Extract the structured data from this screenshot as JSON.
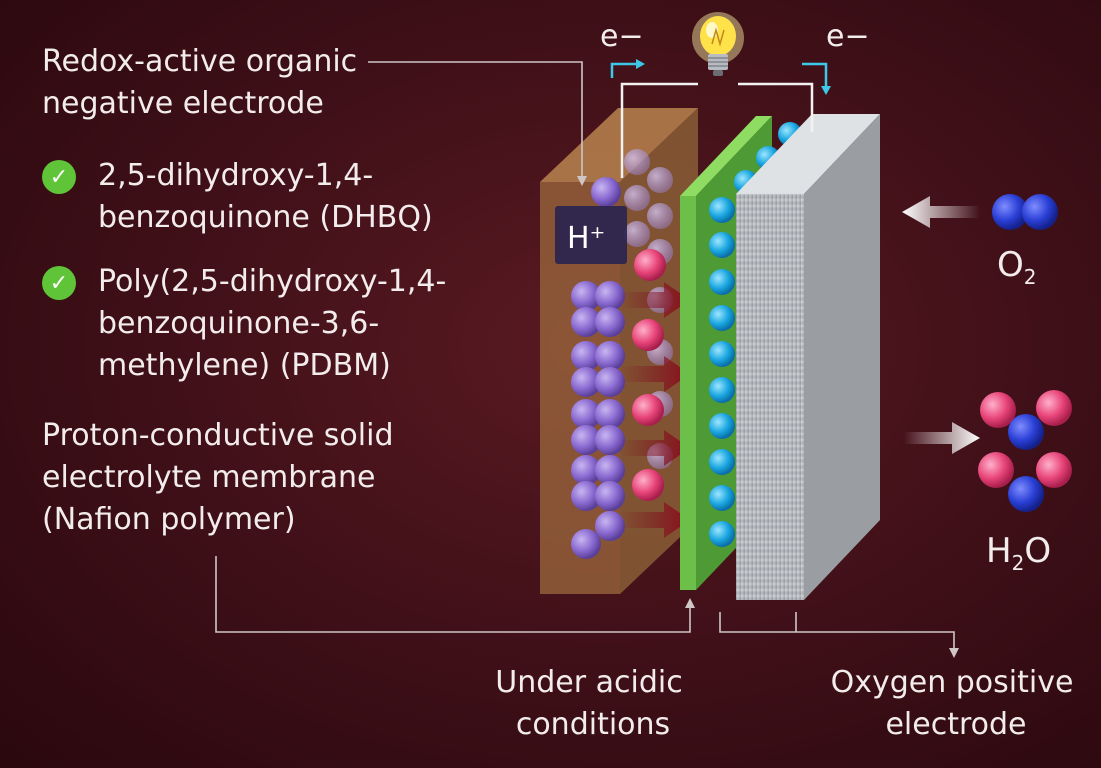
{
  "electron_label": "e−",
  "negative_electrode": {
    "title_line1": "Redox-active organic",
    "title_line2": "negative electrode",
    "materials": [
      {
        "line1": "2,5-dihydroxy-1,4-",
        "line2": "benzoquinone (DHBQ)",
        "line3": ""
      },
      {
        "line1": "Poly(2,5-dihydroxy-1,4-",
        "line2": "benzoquinone-3,6-",
        "line3": "methylene) (PDBM)"
      }
    ]
  },
  "membrane": {
    "line1": "Proton-conductive solid",
    "line2": "electrolyte membrane",
    "line3": "(Nafion polymer)"
  },
  "proton_label": "H⁺",
  "o2_label": {
    "base": "O",
    "sub": "2"
  },
  "h2o_label": {
    "base": "H",
    "sub": "2",
    "tail": "O"
  },
  "acidic": {
    "line1": "Under acidic",
    "line2": "conditions"
  },
  "positive_electrode": {
    "line1": "Oxygen positive",
    "line2": "electrode"
  },
  "colors": {
    "background": "#3e0f17",
    "check": "#5fc437",
    "membrane": "#6cc04a",
    "oxygen": "#2a3fd6",
    "hydrogen": "#e8457a",
    "cyan_particle": "#1aa7e0",
    "purple_particle": "#8a6ad0",
    "electron_arrow": "#3cc8e8"
  }
}
